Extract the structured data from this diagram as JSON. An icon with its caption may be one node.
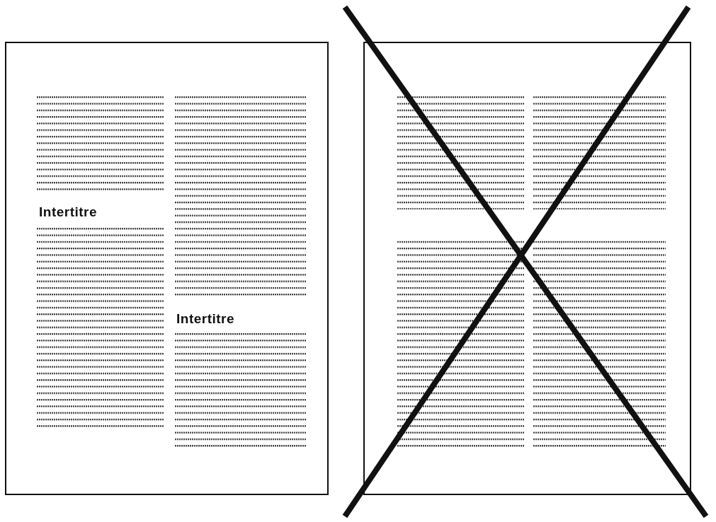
{
  "diagram": {
    "nodes": [
      {
        "text": [
          "Intertitre",
          "Intertitre"
        ]
      },
      {
        "text": [],
        "shape": "box"
      }
    ]
  }
}
